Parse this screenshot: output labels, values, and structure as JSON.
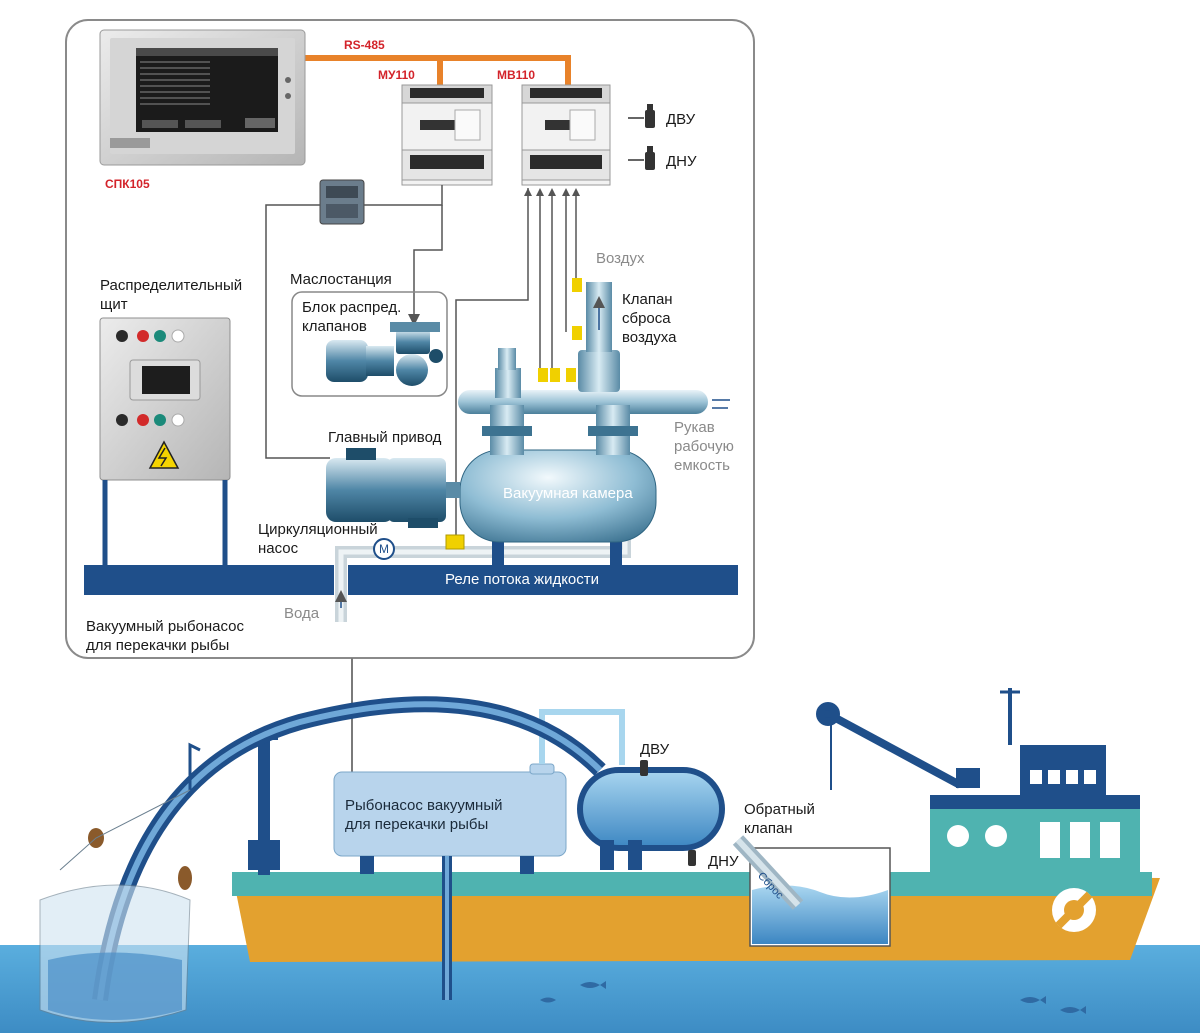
{
  "top_panel": {
    "interface_label": "RS-485",
    "controller_label": "СПК105",
    "module1_label": "МУ110",
    "module2_label": "МВ110",
    "sensor_dvu": "ДВУ",
    "sensor_dnu": "ДНУ",
    "air_label": "Воздух",
    "air_valve_label": "Клапан\nсброса\nвоздуха",
    "switchboard_label": "Распределительный\nщит",
    "oil_station_label": "Маслостанция",
    "valve_block_label": "Блок распред.\nклапанов",
    "main_drive_label": "Главный привод",
    "vacuum_chamber_label": "Вакуумная камера",
    "hose_label": "Рукав\nрабочую\nемкость",
    "circ_pump_label": "Циркуляционный\nнасос",
    "motor_symbol": "M",
    "flow_relay_label": "Реле потока жидкости",
    "water_label": "Вода",
    "caption": "Вакуумный рыбонасос\nдля перекачки рыбы"
  },
  "ship_scene": {
    "pump_box_label": "Рыбонасос вакуумный\nдля перекачки рыбы",
    "sensor_dvu": "ДВУ",
    "sensor_dnu": "ДНУ",
    "check_valve_label": "Обратный\nклапан",
    "discharge_label": "Сброс"
  },
  "colors": {
    "orange_bus": "#e8822a",
    "navy_base": "#1f4f8a",
    "water": "#4a9fd4",
    "ship_hull": "#e3a12f",
    "ship_teal": "#4fb3b0",
    "pump_box": "#b8d4ec",
    "red_label": "#d3232a"
  }
}
